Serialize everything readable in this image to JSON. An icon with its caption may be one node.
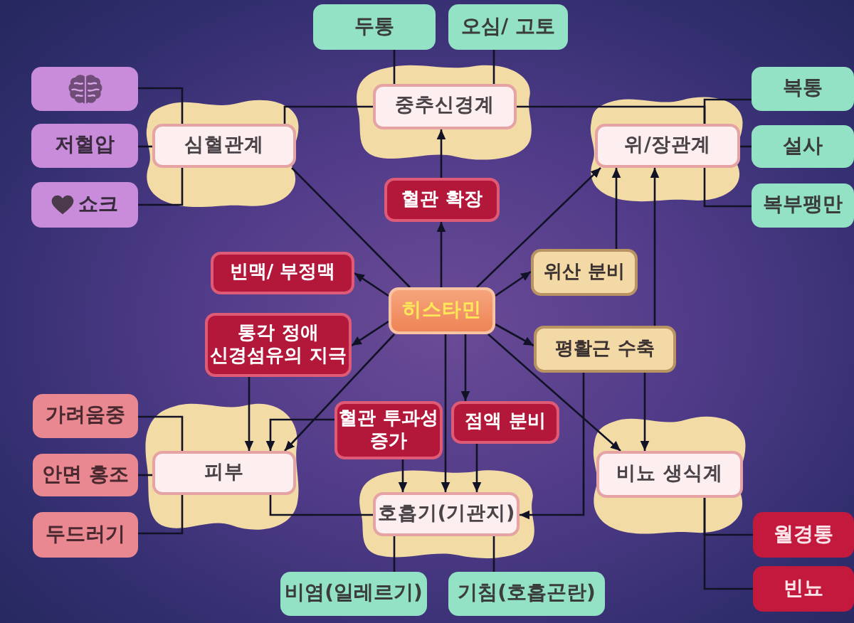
{
  "diagram": {
    "nodes": [
      {
        "text": [
          "두통"
        ]
      },
      {
        "text": [
          "오심/ 고토"
        ]
      },
      {
        "text": [],
        "shape": "cloud"
      },
      {
        "text": [
          "중추신경계"
        ],
        "in": 2
      },
      {
        "text": [],
        "shape": "box"
      },
      {
        "text": [
          "복통"
        ]
      },
      {
        "text": [],
        "shape": "cloud"
      },
      {
        "text": [
          "심혈관계"
        ],
        "in": 6
      },
      {
        "text": [],
        "shape": "cloud"
      },
      {
        "text": [
          "위/장관계"
        ],
        "in": 8
      },
      {
        "text": [
          "저혈압"
        ]
      },
      {
        "text": [
          "설사"
        ]
      },
      {
        "text": [
          "혈관 확장"
        ]
      },
      {
        "text": [
          "쇼크"
        ]
      },
      {
        "text": [
          "복부팽만"
        ]
      },
      {
        "text": [
          "빈맥/ 부정맥"
        ]
      },
      {
        "text": [
          "위산 분비"
        ]
      },
      {
        "text": [
          "히스타민"
        ]
      },
      {
        "text": [
          "통각 정애 신경섬유의 지극"
        ]
      },
      {
        "text": [
          "평활근 수축"
        ]
      },
      {
        "text": [
          "가려움중"
        ]
      },
      {
        "text": [],
        "shape": "cloud"
      },
      {
        "text": [
          "피부"
        ],
        "in": 21
      },
      {
        "text": [
          "혈관 투과성 증가"
        ]
      },
      {
        "text": [
          "점액 분비"
        ]
      },
      {
        "text": [],
        "shape": "cloud"
      },
      {
        "text": [
          "비뇨 생식계"
        ],
        "in": 25
      },
      {
        "text": [
          "안면 홍조"
        ]
      },
      {
        "text": [],
        "shape": "cloud"
      },
      {
        "text": [
          "호흡기(기관지)"
        ],
        "in": 28
      },
      {
        "text": [
          "두드러기"
        ]
      },
      {
        "text": [
          "월경통"
        ]
      },
      {
        "text": [
          "비염(일레르기)"
        ]
      },
      {
        "text": [
          "기침(호흡곤란)"
        ]
      },
      {
        "text": [
          "빈뇨"
        ]
      }
    ],
    "edges": [
      {
        "from": 17,
        "to": 12,
        "arrow": "to"
      },
      {
        "from": 12,
        "to": 3,
        "arrow": "to"
      },
      {
        "from": 17,
        "to": 7,
        "arrow": "none"
      },
      {
        "from": 17,
        "to": 15,
        "arrow": "to"
      },
      {
        "from": 17,
        "to": 18,
        "arrow": "to"
      },
      {
        "from": 17,
        "to": 9,
        "arrow": "to"
      },
      {
        "from": 17,
        "to": 16,
        "arrow": "to"
      },
      {
        "from": 16,
        "to": 9,
        "arrow": "to"
      },
      {
        "from": 17,
        "to": 19,
        "arrow": "to"
      },
      {
        "from": 19,
        "to": 9,
        "arrow": "to"
      },
      {
        "from": 19,
        "to": 26,
        "arrow": "to"
      },
      {
        "from": 19,
        "to": 29,
        "arrow": "to"
      },
      {
        "from": 17,
        "to": 26,
        "arrow": "to"
      },
      {
        "from": 17,
        "to": 24,
        "arrow": "to"
      },
      {
        "from": 24,
        "to": 29,
        "arrow": "to"
      },
      {
        "from": 17,
        "to": 29,
        "arrow": "to"
      },
      {
        "from": 23,
        "to": 29,
        "arrow": "to"
      },
      {
        "from": 23,
        "to": 22,
        "arrow": "to"
      },
      {
        "from": 18,
        "to": 22,
        "arrow": "to"
      },
      {
        "from": 17,
        "to": 22,
        "arrow": "to"
      },
      {
        "from": 0,
        "to": 3,
        "arrow": "none"
      },
      {
        "from": 1,
        "to": 3,
        "arrow": "none"
      },
      {
        "from": 7,
        "to": 3,
        "arrow": "none"
      },
      {
        "from": 3,
        "to": 9,
        "arrow": "none"
      },
      {
        "from": 5,
        "to": 9,
        "arrow": "none"
      },
      {
        "from": 11,
        "to": 9,
        "arrow": "none"
      },
      {
        "from": 14,
        "to": 9,
        "arrow": "none"
      },
      {
        "from": 4,
        "to": 7,
        "arrow": "none"
      },
      {
        "from": 10,
        "to": 7,
        "arrow": "none"
      },
      {
        "from": 13,
        "to": 7,
        "arrow": "none"
      },
      {
        "from": 20,
        "to": 22,
        "arrow": "none"
      },
      {
        "from": 27,
        "to": 22,
        "arrow": "none"
      },
      {
        "from": 30,
        "to": 22,
        "arrow": "none"
      },
      {
        "from": 22,
        "to": 29,
        "arrow": "none"
      },
      {
        "from": 29,
        "to": 32,
        "arrow": "none"
      },
      {
        "from": 29,
        "to": 33,
        "arrow": "none"
      },
      {
        "from": 26,
        "to": 31,
        "arrow": "none"
      },
      {
        "from": 26,
        "to": 34,
        "arrow": "none"
      }
    ]
  }
}
